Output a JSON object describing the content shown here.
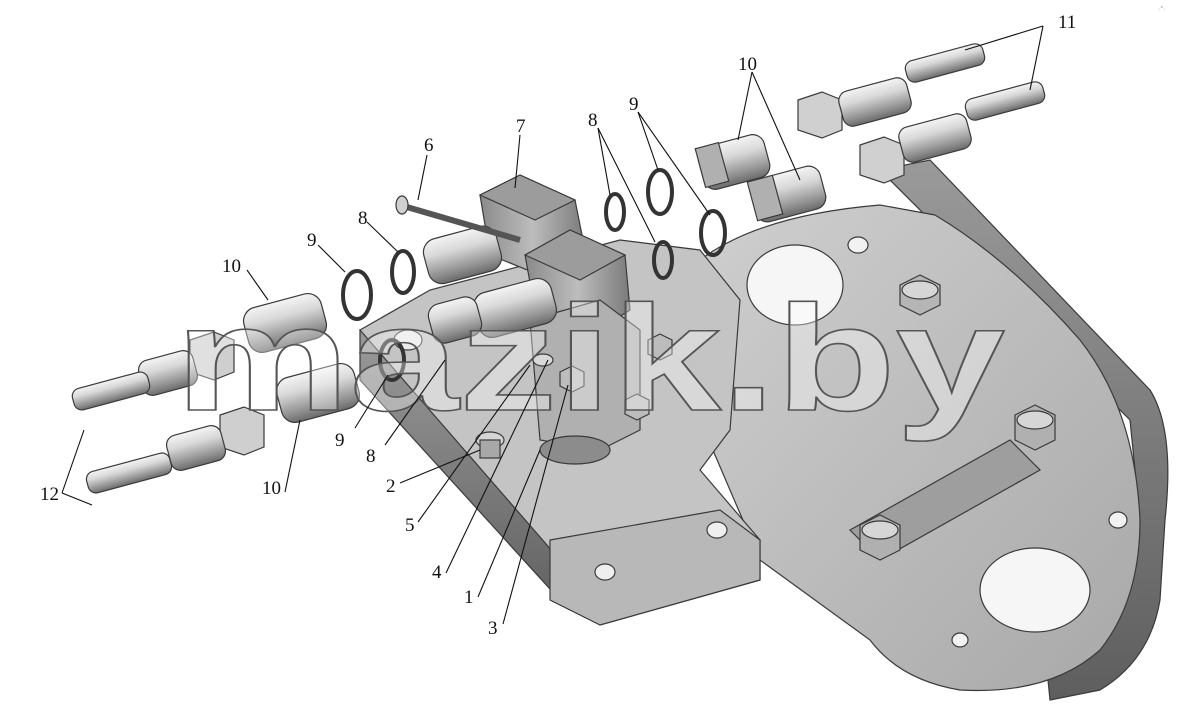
{
  "watermark": "mazik.by",
  "corner_mark": "·°·",
  "callouts": {
    "c1": "1",
    "c2": "2",
    "c3": "3",
    "c4": "4",
    "c5": "5",
    "c6": "6",
    "c7": "7",
    "c8a": "8",
    "c8b": "8",
    "c8c": "8",
    "c9a": "9",
    "c9b": "9",
    "c9c": "9",
    "c10a": "10",
    "c10b": "10",
    "c10c": "10",
    "c11": "11",
    "c12": "12"
  }
}
